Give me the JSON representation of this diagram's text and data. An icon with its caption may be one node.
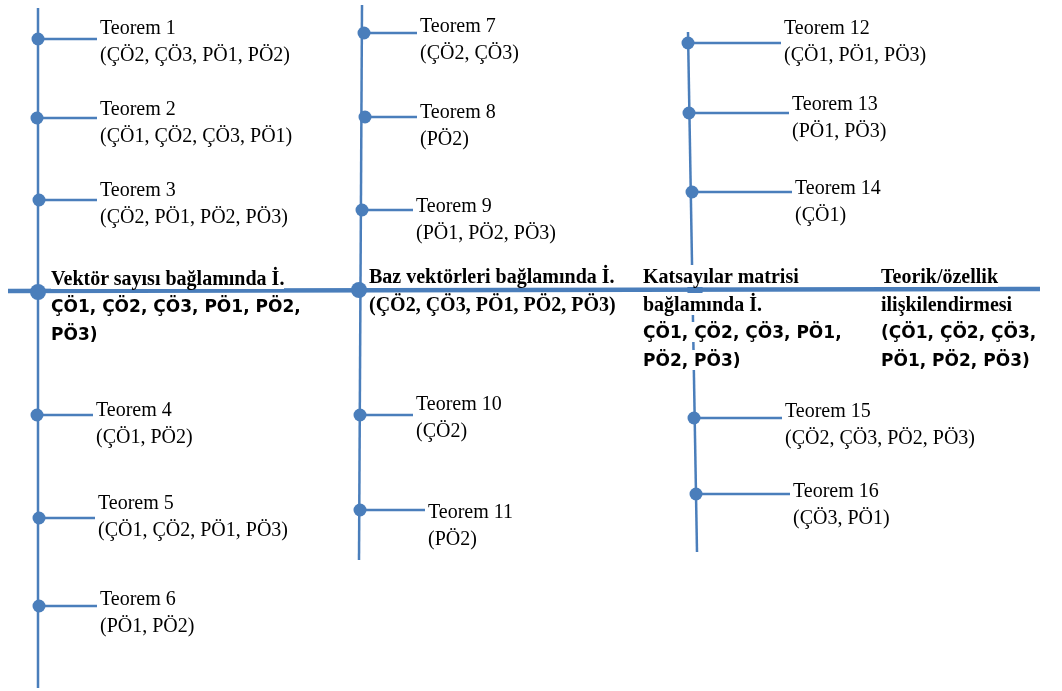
{
  "diagram": {
    "nodes": [
      {
        "text": [
          "Vektör sayısı bağlamında İ.",
          "ÇÖ1, ÇÖ2, ÇÖ3, PÖ1, PÖ2, PÖ3)"
        ]
      },
      {
        "text": [
          "Baz vektörleri bağlamında İ.",
          "(ÇÖ2, ÇÖ3, PÖ1, PÖ2, PÖ3)"
        ]
      },
      {
        "text": [
          "Katsayılar matrisi bağlamında İ.",
          "ÇÖ1, ÇÖ2, ÇÖ3, PÖ1, PÖ2, PÖ3)"
        ]
      },
      {
        "text": [
          "Teorik/özellik ilişkilendirmesi",
          "(ÇÖ1, ÇÖ2, ÇÖ3, PÖ1, PÖ2, PÖ3)"
        ]
      },
      {
        "text": [
          "Teorem 1",
          "(ÇÖ2, ÇÖ3, PÖ1, PÖ2)"
        ]
      },
      {
        "text": [
          "Teorem 2",
          "(ÇÖ1, ÇÖ2, ÇÖ3, PÖ1)"
        ]
      },
      {
        "text": [
          "Teorem 3",
          "(ÇÖ2, PÖ1, PÖ2, PÖ3)"
        ]
      },
      {
        "text": [
          "Teorem 4",
          "(ÇÖ1, PÖ2)"
        ]
      },
      {
        "text": [
          "Teorem 5",
          "(ÇÖ1, ÇÖ2, PÖ1, PÖ3)"
        ]
      },
      {
        "text": [
          "Teorem 6",
          "(PÖ1, PÖ2)"
        ]
      },
      {
        "text": [
          "Teorem 7",
          "(ÇÖ2, ÇÖ3)"
        ]
      },
      {
        "text": [
          "Teorem 8",
          "(PÖ2)"
        ]
      },
      {
        "text": [
          "Teorem 9",
          "(PÖ1, PÖ2, PÖ3)"
        ]
      },
      {
        "text": [
          "Teorem 10",
          "(ÇÖ2)"
        ]
      },
      {
        "text": [
          "Teorem 11",
          "(PÖ2)"
        ]
      },
      {
        "text": [
          "Teorem 12",
          "(ÇÖ1, PÖ1, PÖ3)"
        ]
      },
      {
        "text": [
          "Teorem 13",
          "(PÖ1, PÖ3)"
        ]
      },
      {
        "text": [
          "Teorem 14",
          "(ÇÖ1)"
        ]
      },
      {
        "text": [
          "Teorem 15",
          "(ÇÖ2, ÇÖ3, PÖ2, PÖ3)"
        ]
      },
      {
        "text": [
          "Teorem 16",
          "(ÇÖ3, PÖ1)"
        ]
      }
    ],
    "edges": [
      {
        "from": 4,
        "to": null,
        "arrow": "other"
      },
      {
        "from": 5,
        "to": null,
        "arrow": "other"
      },
      {
        "from": 6,
        "to": null,
        "arrow": "other"
      },
      {
        "from": 7,
        "to": null,
        "arrow": "other"
      },
      {
        "from": 8,
        "to": null,
        "arrow": "other"
      },
      {
        "from": 9,
        "to": null,
        "arrow": "other"
      },
      {
        "from": 10,
        "to": null,
        "arrow": "other"
      },
      {
        "from": 11,
        "to": null,
        "arrow": "other"
      },
      {
        "from": 12,
        "to": null,
        "arrow": "other"
      },
      {
        "from": 13,
        "to": null,
        "arrow": "other"
      },
      {
        "from": 14,
        "to": null,
        "arrow": "other"
      },
      {
        "from": 15,
        "to": null,
        "arrow": "other"
      },
      {
        "from": 16,
        "to": null,
        "arrow": "other"
      },
      {
        "from": 17,
        "to": null,
        "arrow": "other"
      },
      {
        "from": 18,
        "to": null,
        "arrow": "other"
      },
      {
        "from": 19,
        "to": null,
        "arrow": "other"
      }
    ]
  }
}
